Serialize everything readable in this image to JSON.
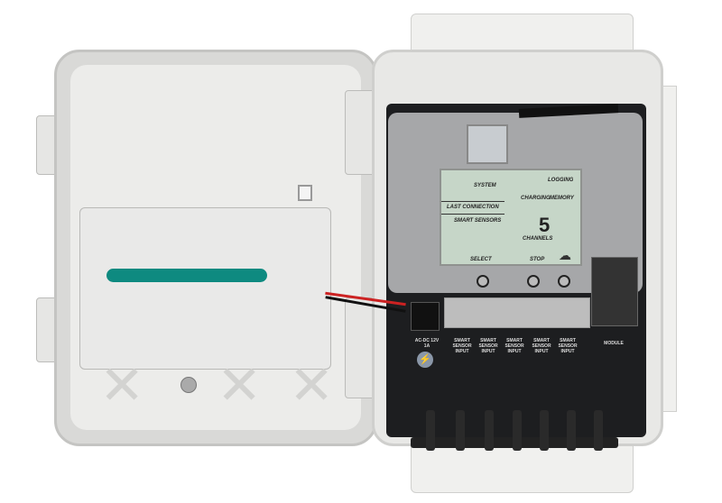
{
  "lcd": {
    "system": "SYSTEM",
    "logging": "LOGGING",
    "charging": "CHARGING",
    "memory": "MEMORY",
    "last_connection": "LAST CONNECTION",
    "smart_sensors": "SMART SENSORS",
    "channel_count": "5",
    "channels": "CHANNELS",
    "select": "SELECT",
    "stop": "STOP"
  },
  "board": {
    "power_label": "AC-DC 12V 1A",
    "ports": [
      "SMART SENSOR INPUT",
      "SMART SENSOR INPUT",
      "SMART SENSOR INPUT",
      "SMART SENSOR INPUT",
      "SMART SENSOR INPUT"
    ],
    "module_label": "MODULE"
  },
  "colors": {
    "teal_slot": "#0e8a80",
    "lcd": "#c6d6c8",
    "board": "#1d1e20"
  }
}
